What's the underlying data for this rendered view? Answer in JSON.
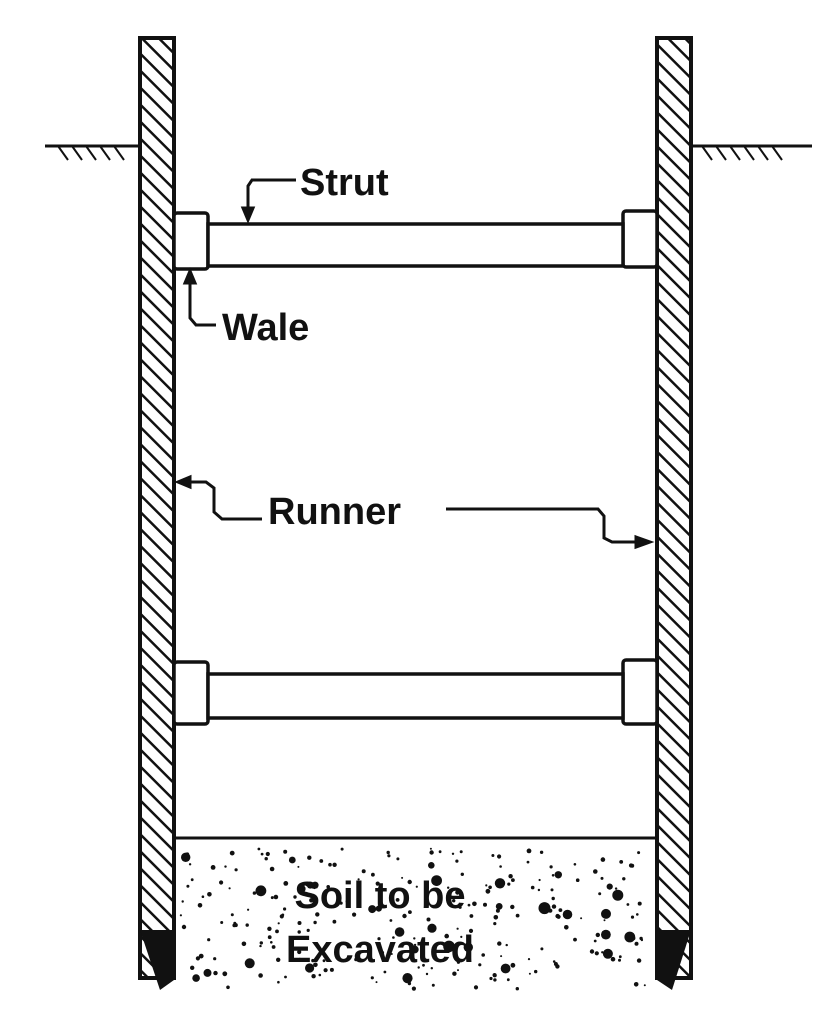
{
  "labels": {
    "strut": "Strut",
    "wale": "Wale",
    "runner": "Runner",
    "soil_line1": "Soil to be",
    "soil_line2": "Excavated"
  },
  "colors": {
    "ink": "#111111",
    "background": "#ffffff"
  },
  "icons": [
    "ground-hatch-icon",
    "arrow-icon"
  ]
}
